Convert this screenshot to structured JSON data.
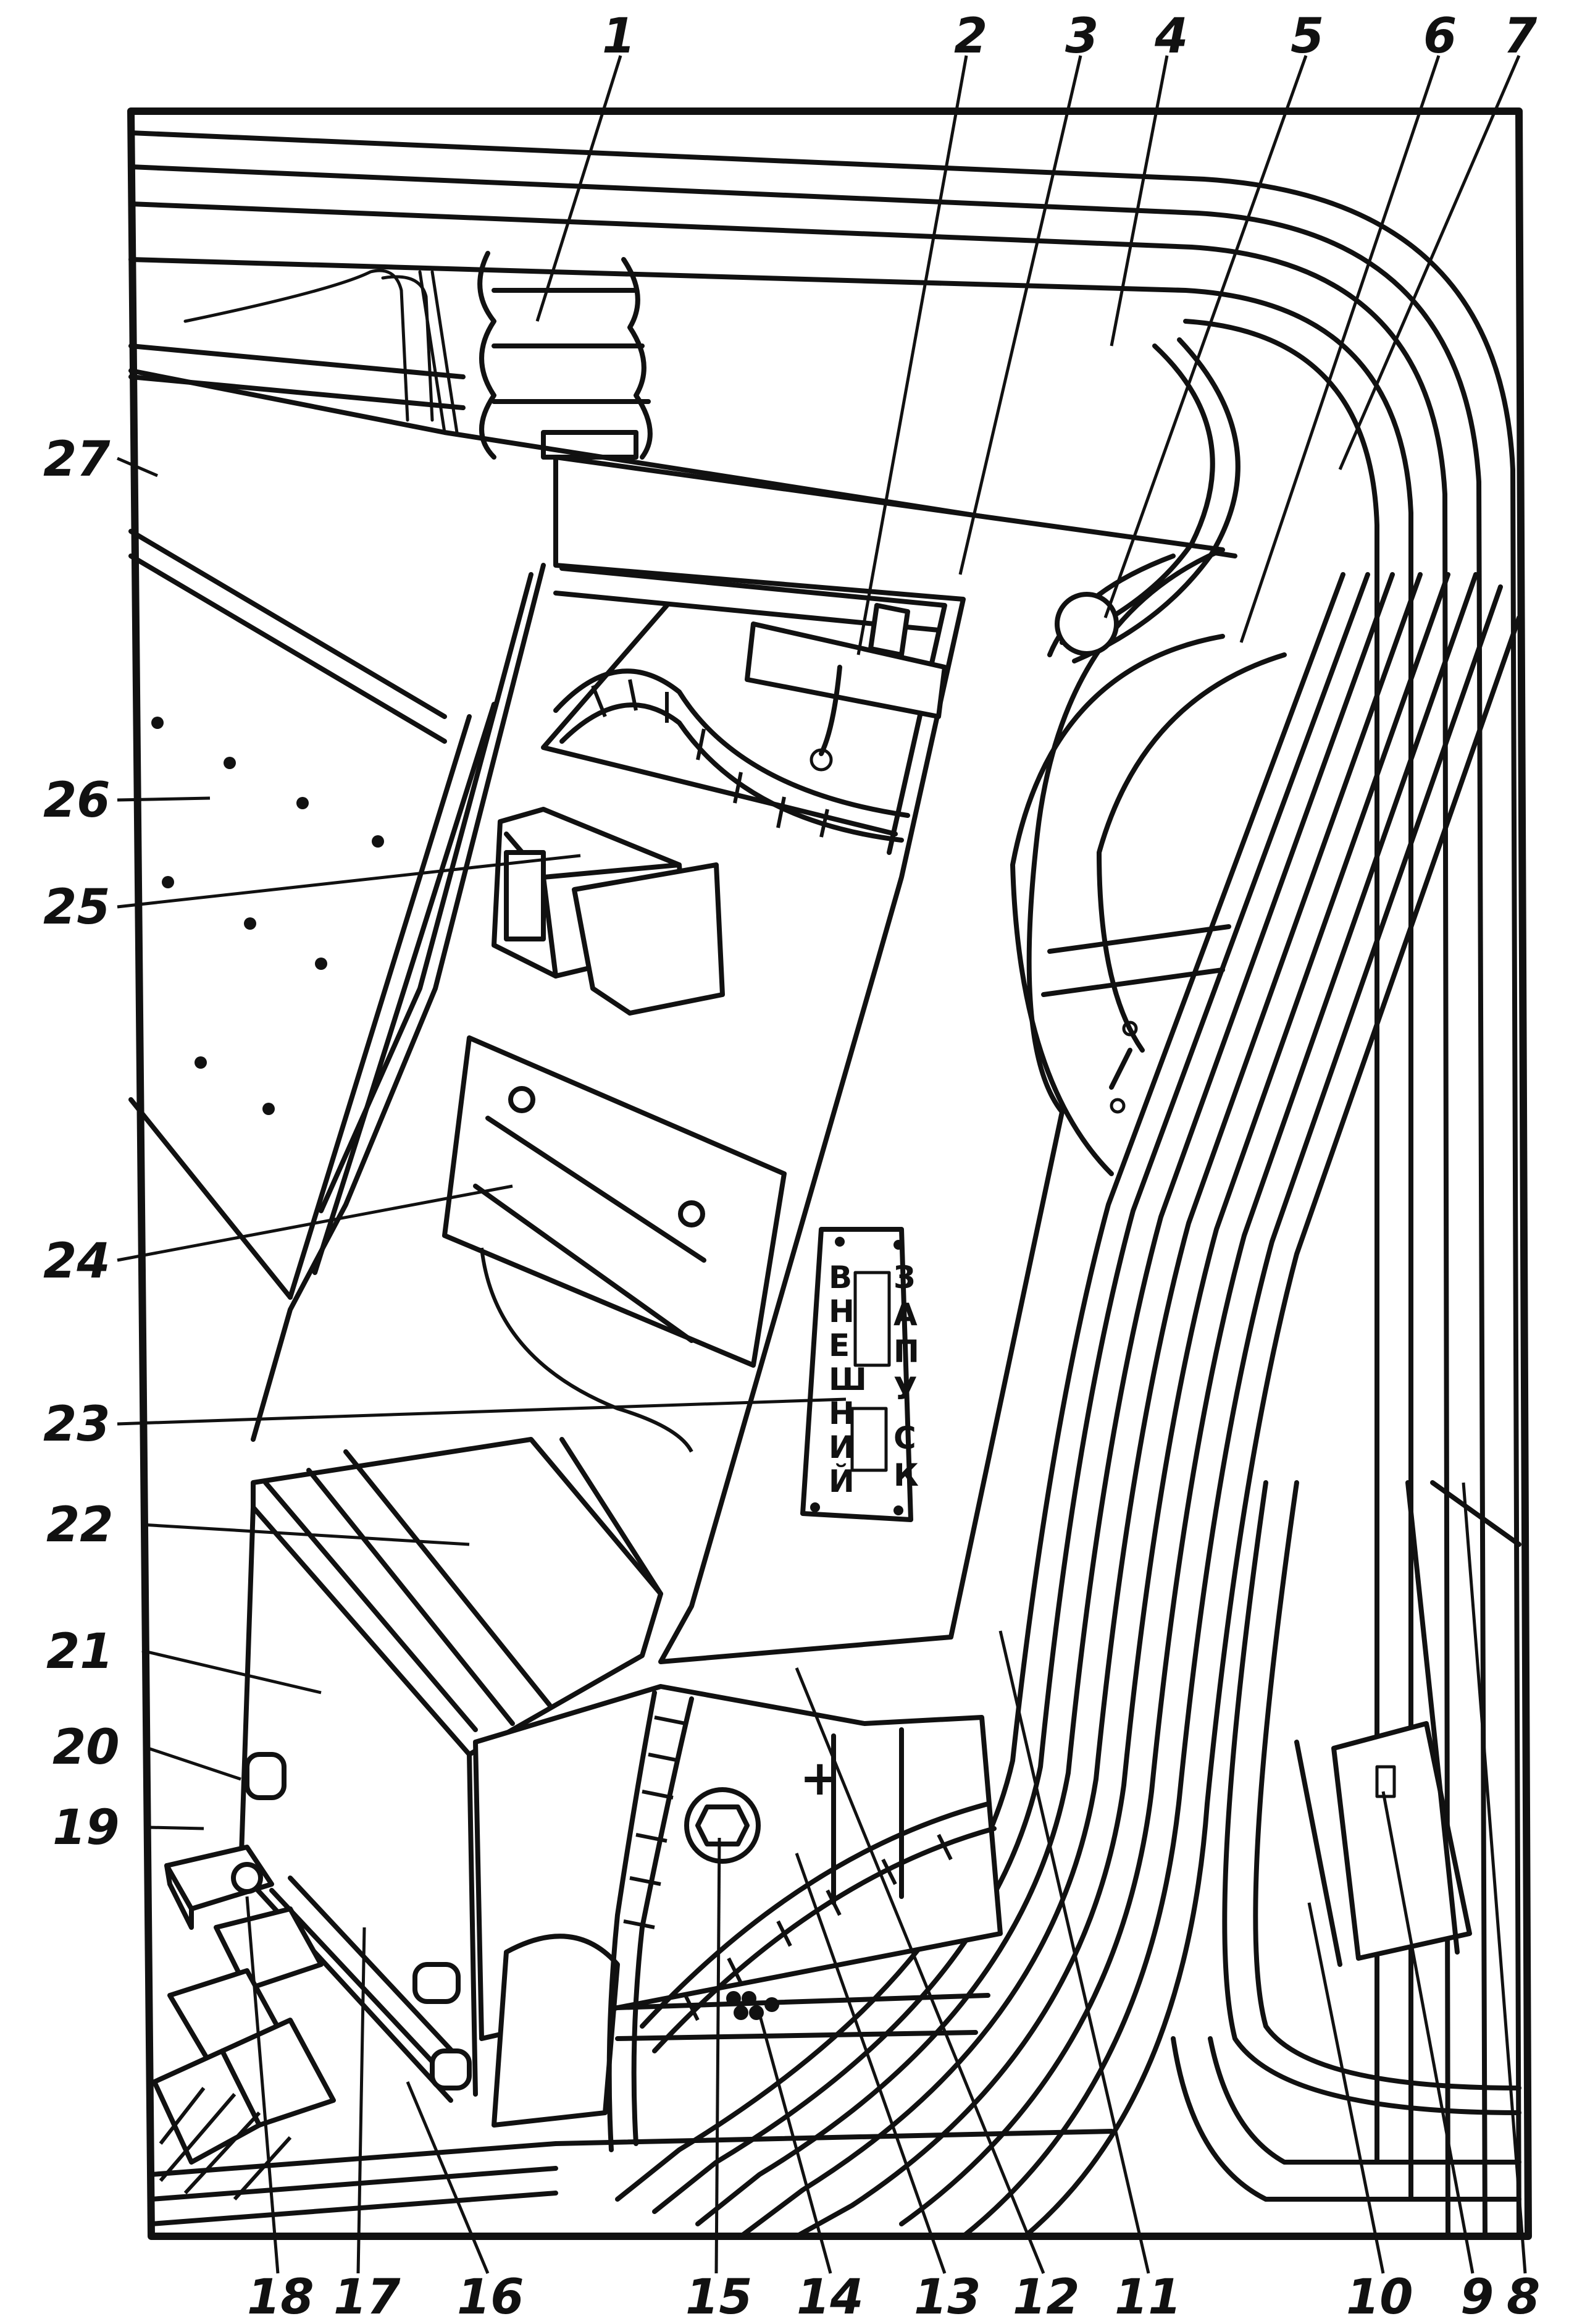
{
  "callouts": {
    "c1": "1",
    "c2": "2",
    "c3": "3",
    "c4": "4",
    "c5": "5",
    "c6": "6",
    "c7": "7",
    "c8": "8",
    "c9": "9",
    "c10": "10",
    "c11": "11",
    "c12": "12",
    "c13": "13",
    "c14": "14",
    "c15": "15",
    "c16": "16",
    "c17": "17",
    "c18": "18",
    "c19": "19",
    "c20": "20",
    "c21": "21",
    "c22": "22",
    "c23": "23",
    "c24": "24",
    "c25": "25",
    "c26": "26",
    "c27": "27"
  },
  "plate": {
    "left_letters": [
      "В",
      "Н",
      "Е",
      "Ш",
      "Н",
      "И",
      "Й"
    ],
    "right_letters": [
      "З",
      "А",
      "П",
      "У",
      "С",
      "К"
    ],
    "plus_sign": "+"
  }
}
